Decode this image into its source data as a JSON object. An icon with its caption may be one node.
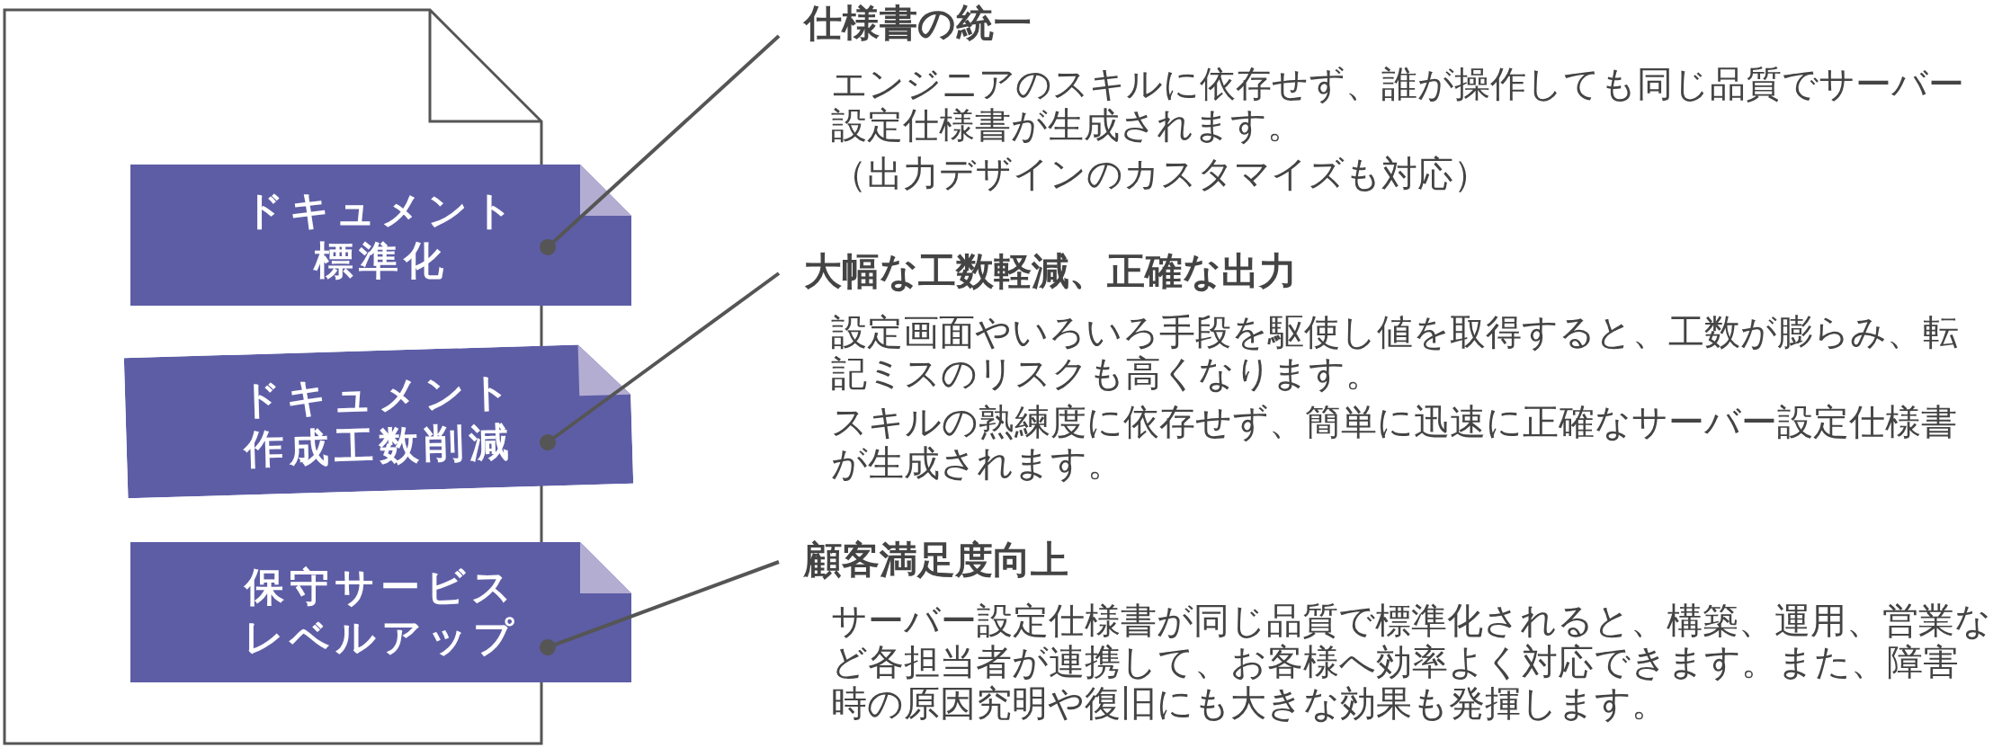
{
  "diagram": {
    "nodes": [
      {
        "text": [
          "ドキュメント標準化"
        ]
      },
      {
        "text": [
          "ドキュメント作成工数削減"
        ]
      },
      {
        "text": [
          "保守サービスレベルアップ"
        ]
      },
      {
        "text": [
          "仕様書の統一",
          "エンジニアのスキルに依存せず、誰が操作しても同じ品質でサーバー設定仕様書が生成されます。",
          "（出力デザインのカスタマイズも対応）"
        ]
      },
      {
        "text": [
          "大幅な工数軽減、正確な出力",
          "設定画面やいろいろ手段を駆使し値を取得すると、工数が膨らみ、転記ミスのリスクも高くなります。",
          "スキルの熟練度に依存せず、簡単に迅速に正確なサーバー設定仕様書が生成されます。"
        ]
      },
      {
        "text": [
          "顧客満足度向上",
          "サーバー設定仕様書が同じ品質で標準化されると、構築、運用、営業など各担当者が連携して、お客様へ効率よく対応できます。また、障害時の原因究明や復旧にも大きな効果も発揮します。"
        ]
      }
    ],
    "edges": [
      {
        "from": 0,
        "to": 3,
        "arrow": "other"
      },
      {
        "from": 1,
        "to": 4,
        "arrow": "other"
      },
      {
        "from": 2,
        "to": 5,
        "arrow": "other"
      }
    ]
  }
}
